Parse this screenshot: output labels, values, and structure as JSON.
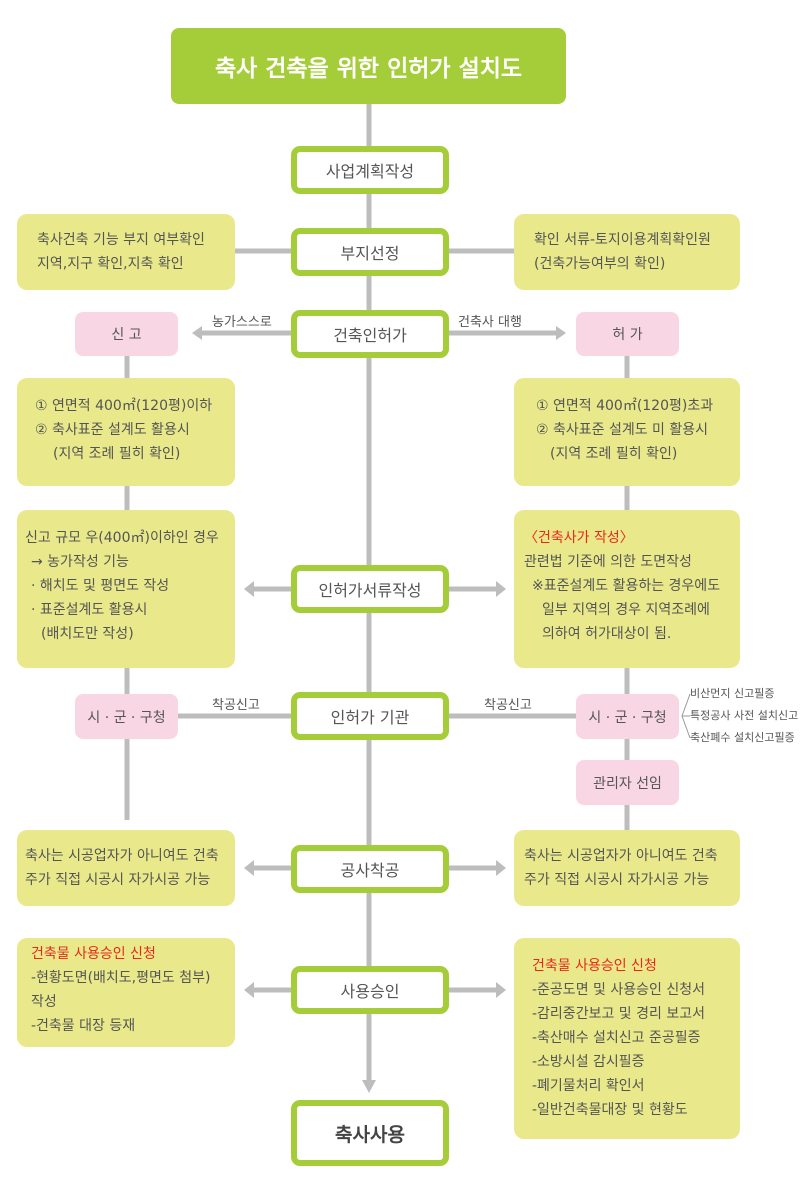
{
  "title": "축사 건축을 위한 인허가 설치도",
  "steps": {
    "plan": "사업계획작성",
    "site": "부지선정",
    "permit": "건축인허가",
    "docs": "인허가서류작성",
    "agency": "인허가 기관",
    "construction": "공사착공",
    "approval": "사용승인",
    "use": "축사사용"
  },
  "site": {
    "left": [
      "축사건축 기능 부지 여부확인",
      "지역,지구 확인,지축 확인"
    ],
    "right": [
      "확인 서류-토지이용계획확인원",
      "(건축가능여부의 확인)"
    ]
  },
  "permit": {
    "left_label": "농가스스로",
    "right_label": "건축사 대행",
    "left_box": "신 고",
    "right_box": "허 가"
  },
  "criteria": {
    "left": [
      "① 연면적 400㎡(120평)이하",
      "② 축사표준 설계도 활용시",
      "(지역 조례 필히 확인)"
    ],
    "right": [
      "① 연면적 400㎡(120평)초과",
      "② 축사표준 설계도 미 활용시",
      "(지역 조례 필히 확인)"
    ]
  },
  "docs": {
    "left": [
      "신고 규모 우(400㎡)이하인 경우",
      "→ 농가작성 기능",
      "· 해치도 및 평면도 작성",
      "· 표준설계도 활용시",
      "(배치도만 작성)"
    ],
    "right_heading": "〈건축사가 작성〉",
    "right": [
      "관련법 기준에 의한 도면작성",
      "※표준설계도 활용하는 경우에도",
      "일부 지역의 경우 지역조례에",
      "의하여 허가대상이 됨."
    ]
  },
  "agency": {
    "left_label": "착공신고",
    "right_label": "착공신고",
    "left_box": "시 · 군 · 구청",
    "right_box": "시 · 군 · 구청",
    "notes": [
      "비산먼지 신고필증",
      "특정공사 사전 설치신고",
      "축산폐수 설치신고필증"
    ],
    "manager": "관리자 선임"
  },
  "construction": {
    "left": [
      "축사는 시공업자가 아니여도 건축",
      "주가 직접 시공시 자가시공 가능"
    ],
    "right": [
      "축사는 시공업자가 아니여도 건축",
      "주가 직접 시공시 자가시공 가능"
    ]
  },
  "approval": {
    "left_heading": "건축물 사용승인 신청",
    "left": [
      "-현황도면(배치도,평면도 첨부)",
      "작성",
      "-건축물 대장 등재"
    ],
    "right_heading": "건축물 사용승인 신청",
    "right": [
      "-준공도면 및 사용승인 신청서",
      "-감리중간보고 및 경리 보고서",
      "-축산매수 설치신고 준공필증",
      "-소방시설 감시필증",
      "-폐기물처리 확인서",
      "-일반건축물대장 및 현황도"
    ]
  },
  "colors": {
    "green": "#a5cd39",
    "yellow": "#e9e98b",
    "pink": "#f9d6e4",
    "line": "#bdbdbd",
    "red": "#e8281e"
  }
}
